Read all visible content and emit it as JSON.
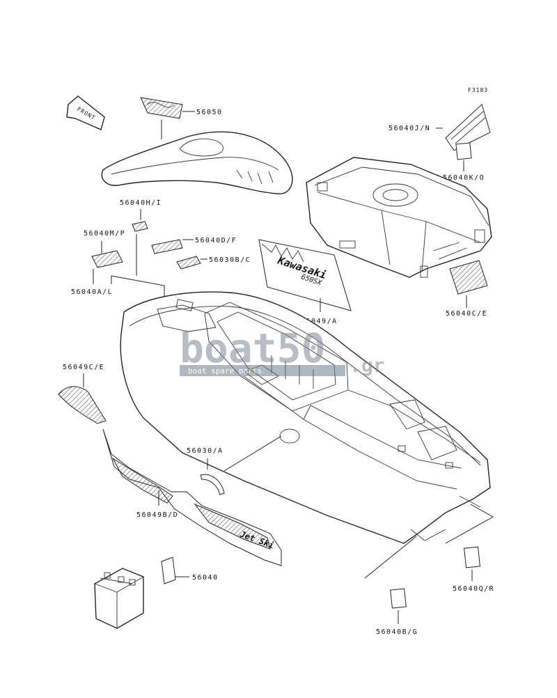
{
  "diagram": {
    "figure_code": "F3183",
    "front_label": "FRONT"
  },
  "parts": {
    "p56050": "56050",
    "p56040jn": "56040J/N",
    "p56040ko": "56040K/O",
    "p56040hi": "56040H/I",
    "p56040mp": "56040M/P",
    "p56040df": "56040D/F",
    "p56030bc": "56030B/C",
    "p56040al": "56040A/L",
    "p56049a": "56049/A",
    "p56040ce": "56040C/E",
    "p56049ce": "56049C/E",
    "p56030a": "56030/A",
    "p56049bd": "56049B/D",
    "p56040": "56040",
    "p56040qr": "56040Q/R",
    "p56040bg": "56040B/G"
  },
  "decal_text": {
    "brand": "Kawasaki",
    "model": "650SX",
    "jetski": "Jet Ski"
  },
  "watermark": {
    "logo": "boat50",
    "domain": ".gr",
    "tagline": "boat spare parts"
  }
}
